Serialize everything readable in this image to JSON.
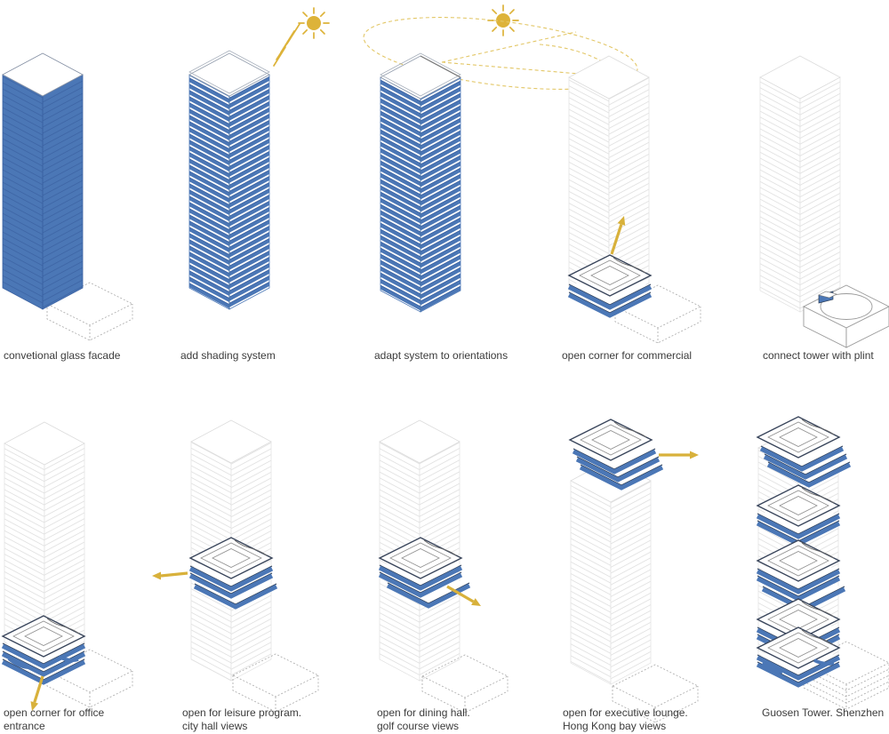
{
  "colors": {
    "facade_blue": "#4B77B6",
    "facade_blue_dark": "#3A61A0",
    "plate_outline": "#39455B",
    "accent_gold": "#DDB339",
    "ghost_gray": "#E2E2E2",
    "dash_gray": "#A9A9A9",
    "caption_text": "#3B3B3B"
  },
  "icons": {
    "sun": "sun-icon",
    "sun_path": "sun-path-dashed-arc",
    "arrow": "arrow-icon"
  },
  "panels": [
    {
      "caption": "convetional glass facade"
    },
    {
      "caption": "add shading system"
    },
    {
      "caption": "adapt system to orientations"
    },
    {
      "caption": "open corner for commercial"
    },
    {
      "caption": "connect tower with plint"
    },
    {
      "caption": "open corner for office",
      "caption2": "entrance"
    },
    {
      "caption": "open for leisure program.",
      "caption2": "city hall views"
    },
    {
      "caption": "open for dining hall.",
      "caption2": "golf course views"
    },
    {
      "caption": "open for executive lounge.",
      "caption2": "Hong Kong bay views"
    },
    {
      "caption": "Guosen Tower. Shenzhen"
    }
  ]
}
